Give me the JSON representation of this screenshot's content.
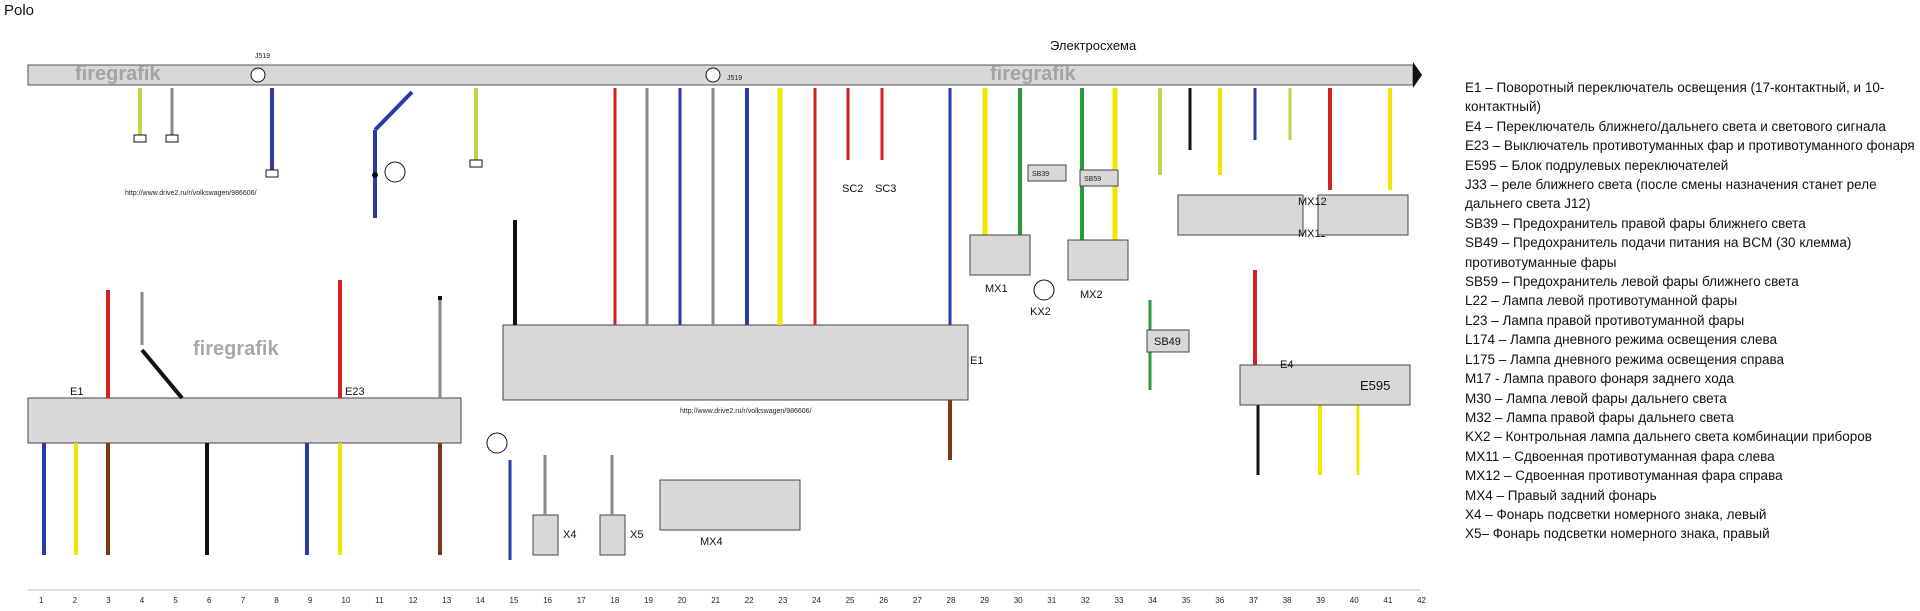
{
  "page": {
    "title": "Polo",
    "diagram_title": "Электросхема"
  },
  "diagram": {
    "bus_label_left": "J519",
    "bus_label_mid": "J519",
    "watermark": "firegrafik",
    "url_watermark": "http://www.drive2.ru/r/volkswagen/986606/",
    "components": {
      "E1": "E1",
      "E23": "E23",
      "E595": "E595",
      "E4": "E4",
      "KX2": "KX2",
      "MX1": "MX1",
      "MX2": "MX2",
      "MX11": "MX11",
      "MX12": "MX12",
      "MX4": "MX4",
      "X4": "X4",
      "X5": "X5",
      "SB49": "SB49",
      "SB39": "SB39",
      "SB59": "SB59",
      "SC2": "SC2",
      "SC3": "SC3"
    },
    "column_numbers": [
      "1",
      "2",
      "3",
      "4",
      "5",
      "6",
      "7",
      "8",
      "9",
      "10",
      "11",
      "12",
      "13",
      "14",
      "15",
      "16",
      "17",
      "18",
      "19",
      "20",
      "21",
      "22",
      "23",
      "24",
      "25",
      "26",
      "27",
      "28",
      "29",
      "30",
      "31",
      "32",
      "33",
      "34",
      "35",
      "36",
      "37",
      "38",
      "39",
      "40",
      "41",
      "42"
    ]
  },
  "legend": [
    "E1 – Поворотный переключатель освещения (17-контактный, и 10-контактный)",
    "E4 – Переключатель ближнего/дальнего света и светового сигнала",
    "E23 – Выключатель противотуманных фар и противотуманного фонаря",
    "E595 – Блок подрулевых переключателей",
    "J33 – реле ближнего света (после смены назначения станет реле дальнего света J12)",
    "SB39 – Предохранитель правой фары ближнего света",
    "SB49 – Предохранитель подачи питания на BCM (30 клемма) противотуманные фары",
    "SB59 – Предохранитель левой фары ближнего света",
    "L22 – Лампа левой противотуманной фары",
    "L23 – Лампа правой противотуманной фары",
    "L174 – Лампа дневного режима освещения слева",
    "L175 – Лампа дневного режима освещения справа",
    "M17 - Лампа правого фонаря заднего хода",
    "M30 – Лампа левой фары дальнего света",
    "M32 – Лампа правой фары дальнего света",
    "KX2 – Контрольная лампа дальнего света комбинации приборов",
    "MX11 – Сдвоенная противотуманная фара слева",
    "MX12 – Сдвоенная противотуманная фара справа",
    "MX4 – Правый задний фонарь",
    "X4 – Фонарь подсветки номерного знака, левый",
    "X5– Фонарь подсветки номерного знака, правый"
  ],
  "wire_colors": {
    "red": "#d42020",
    "blue": "#2a3aa8",
    "yellow": "#f2e600",
    "green": "#2a9a3a",
    "black": "#111111",
    "grey": "#8a8a8a",
    "brown": "#7a3a1a",
    "white": "#f4f4f4",
    "lightgreen": "#b8d84a"
  }
}
